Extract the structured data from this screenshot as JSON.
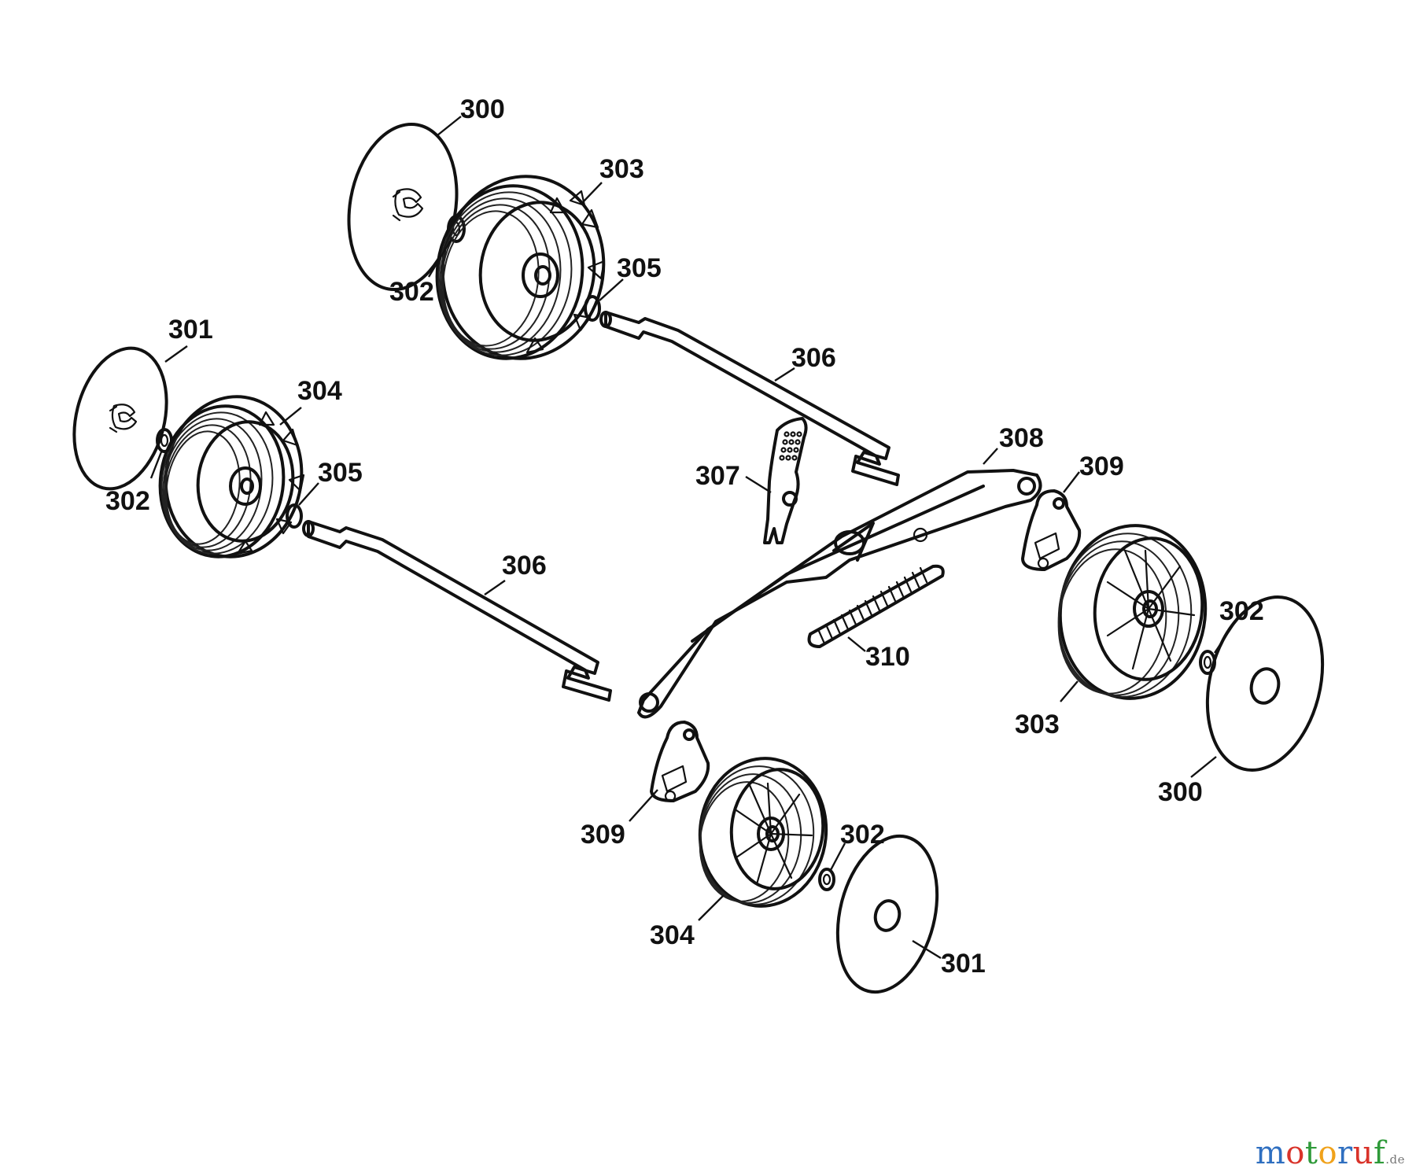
{
  "parts": [
    {
      "id": "label-300-top",
      "number": "300"
    },
    {
      "id": "label-303-top",
      "number": "303"
    },
    {
      "id": "label-302-top",
      "number": "302"
    },
    {
      "id": "label-305-top",
      "number": "305"
    },
    {
      "id": "label-301-left",
      "number": "301"
    },
    {
      "id": "label-304-left",
      "number": "304"
    },
    {
      "id": "label-302-left",
      "number": "302"
    },
    {
      "id": "label-305-left",
      "number": "305"
    },
    {
      "id": "label-306-top",
      "number": "306"
    },
    {
      "id": "label-306-bottom",
      "number": "306"
    },
    {
      "id": "label-307",
      "number": "307"
    },
    {
      "id": "label-308",
      "number": "308"
    },
    {
      "id": "label-309-right",
      "number": "309"
    },
    {
      "id": "label-310",
      "number": "310"
    },
    {
      "id": "label-302-right",
      "number": "302"
    },
    {
      "id": "label-303-right",
      "number": "303"
    },
    {
      "id": "label-300-right",
      "number": "300"
    },
    {
      "id": "label-309-bottom",
      "number": "309"
    },
    {
      "id": "label-302-bottom",
      "number": "302"
    },
    {
      "id": "label-304-bottom",
      "number": "304"
    },
    {
      "id": "label-301-bottom",
      "number": "301"
    }
  ],
  "watermark": {
    "letters": [
      "m",
      "o",
      "t",
      "o",
      "r",
      "u",
      "f"
    ],
    "letter_colors": [
      "#2f6fc0",
      "#d9332a",
      "#2f9a3a",
      "#f0a21b",
      "#2f6fc0",
      "#d9332a",
      "#2f9a3a"
    ],
    "suffix": ".de"
  }
}
